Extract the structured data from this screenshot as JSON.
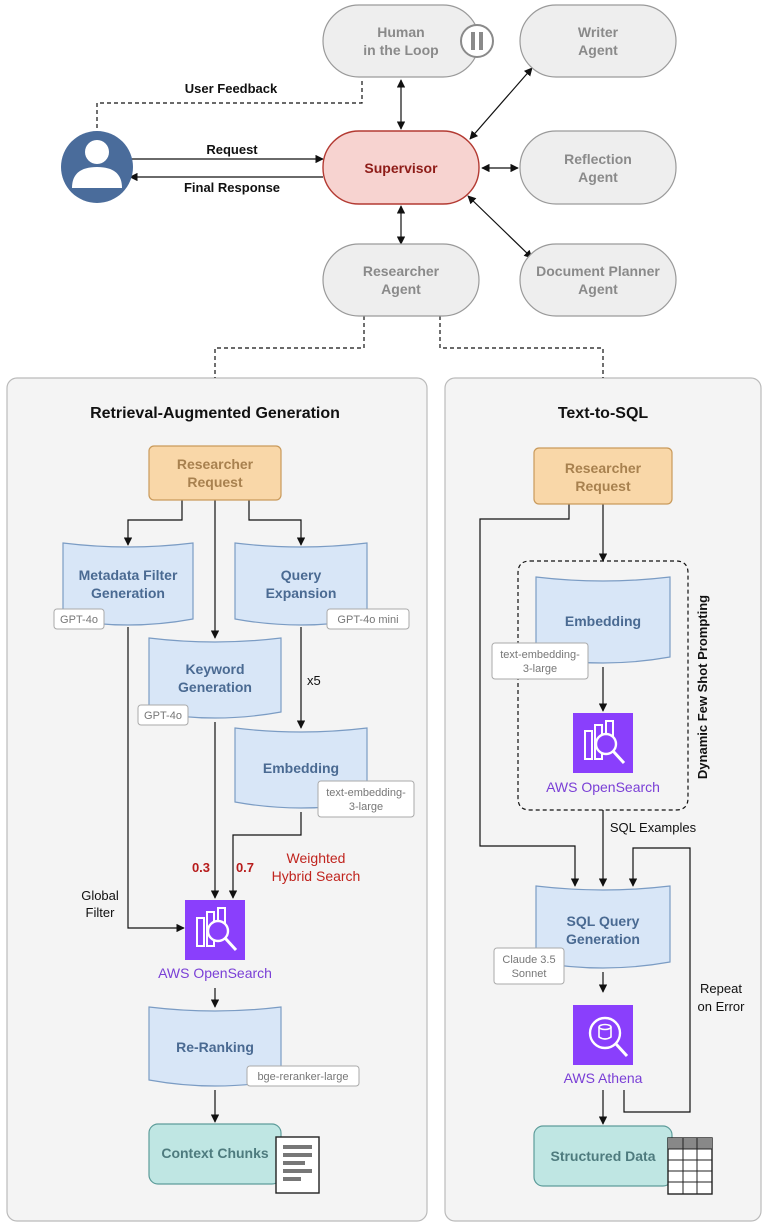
{
  "top_agents": {
    "human": [
      "Human",
      "in the Loop"
    ],
    "writer": [
      "Writer",
      "Agent"
    ],
    "supervisor": "Supervisor",
    "reflection": [
      "Reflection",
      "Agent"
    ],
    "researcher": [
      "Researcher",
      "Agent"
    ],
    "planner": [
      "Document Planner",
      "Agent"
    ]
  },
  "edges": {
    "user_feedback": "User Feedback",
    "request": "Request",
    "final_response": "Final Response"
  },
  "rag": {
    "title": "Retrieval-Augmented Generation",
    "researcher_request": [
      "Researcher",
      "Request"
    ],
    "metadata_filter": [
      "Metadata Filter",
      "Generation"
    ],
    "metadata_model": "GPT-4o",
    "query_expansion": [
      "Query",
      "Expansion"
    ],
    "query_model": "GPT-4o mini",
    "keyword_generation": [
      "Keyword",
      "Generation"
    ],
    "keyword_model": "GPT-4o",
    "x5": "x5",
    "embedding": "Embedding",
    "embedding_model": [
      "text-embedding-",
      "3-large"
    ],
    "weight_keyword": "0.3",
    "weight_embedding": "0.7",
    "weighted_hybrid": [
      "Weighted",
      "Hybrid Search"
    ],
    "global_filter": [
      "Global",
      "Filter"
    ],
    "opensearch": "AWS OpenSearch",
    "reranking": "Re-Ranking",
    "rerank_model": "bge-reranker-large",
    "context_chunks": "Context Chunks"
  },
  "sql": {
    "title": "Text-to-SQL",
    "researcher_request": [
      "Researcher",
      "Request"
    ],
    "embedding": "Embedding",
    "embedding_model": [
      "text-embedding-",
      "3-large"
    ],
    "opensearch": "AWS OpenSearch",
    "dynamic_few_shot": "Dynamic Few Shot Prompting",
    "sql_examples": "SQL Examples",
    "sql_generation": [
      "SQL Query",
      "Generation"
    ],
    "sql_model": [
      "Claude 3.5",
      "Sonnet"
    ],
    "athena": "AWS Athena",
    "repeat": [
      "Repeat",
      "on Error"
    ],
    "structured_data": "Structured Data"
  },
  "colors": {
    "gray_node": "#eeeeee",
    "supervisor_fill": "#f7d3d0",
    "supervisor_stroke": "#b33a32",
    "blue_node": "#d8e6f7",
    "orange_node": "#f9d7a8",
    "teal_node": "#bfe6e3",
    "purple": "#8a3ffc",
    "panel": "#f4f4f4"
  }
}
